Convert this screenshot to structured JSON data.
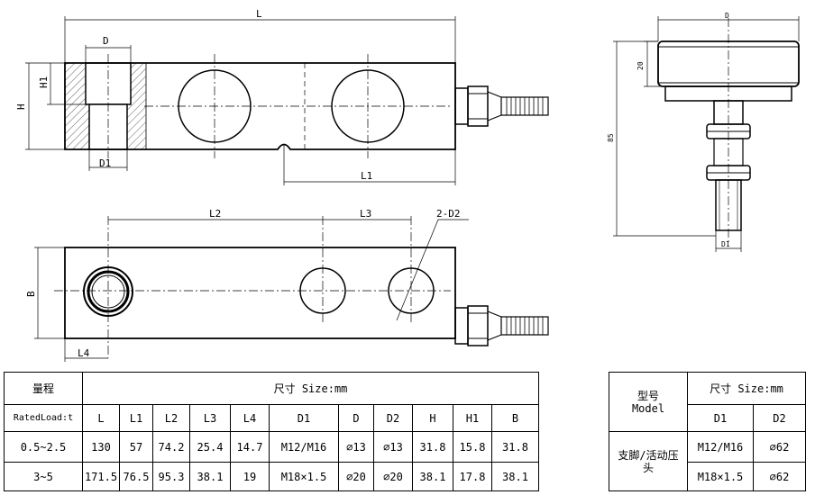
{
  "drawing": {
    "labels": {
      "L": "L",
      "D": "D",
      "H": "H",
      "H1": "H1",
      "D1": "D1",
      "L1": "L1",
      "L2": "L2",
      "L3": "L3",
      "D2_note": "2-D2",
      "B": "B",
      "L4": "L4",
      "side_D": "D",
      "side_20": "20",
      "side_85": "85",
      "side_D1": "D1"
    }
  },
  "spec_table": {
    "range_header": "量程",
    "size_header": "尺寸 Size:mm",
    "rated_load": "RatedLoad:t",
    "columns": [
      "L",
      "L1",
      "L2",
      "L3",
      "L4",
      "D1",
      "D",
      "D2",
      "H",
      "H1",
      "B"
    ],
    "rows": [
      {
        "load": "0.5~2.5",
        "values": [
          "130",
          "57",
          "74.2",
          "25.4",
          "14.7",
          "M12/M16",
          "⌀13",
          "⌀13",
          "31.8",
          "15.8",
          "31.8"
        ]
      },
      {
        "load": "3~5",
        "values": [
          "171.5",
          "76.5",
          "95.3",
          "38.1",
          "19",
          "M18×1.5",
          "⌀20",
          "⌀20",
          "38.1",
          "17.8",
          "38.1"
        ]
      }
    ]
  },
  "accessory_table": {
    "model_header_cn": "型号",
    "model_header_en": "Model",
    "size_header": "尺寸 Size:mm",
    "columns": [
      "D1",
      "D2"
    ],
    "item_name": "支脚/活动压头",
    "rows": [
      {
        "D1": "M12/M16",
        "D2": "⌀62"
      },
      {
        "D1": "M18×1.5",
        "D2": "⌀62"
      }
    ]
  }
}
